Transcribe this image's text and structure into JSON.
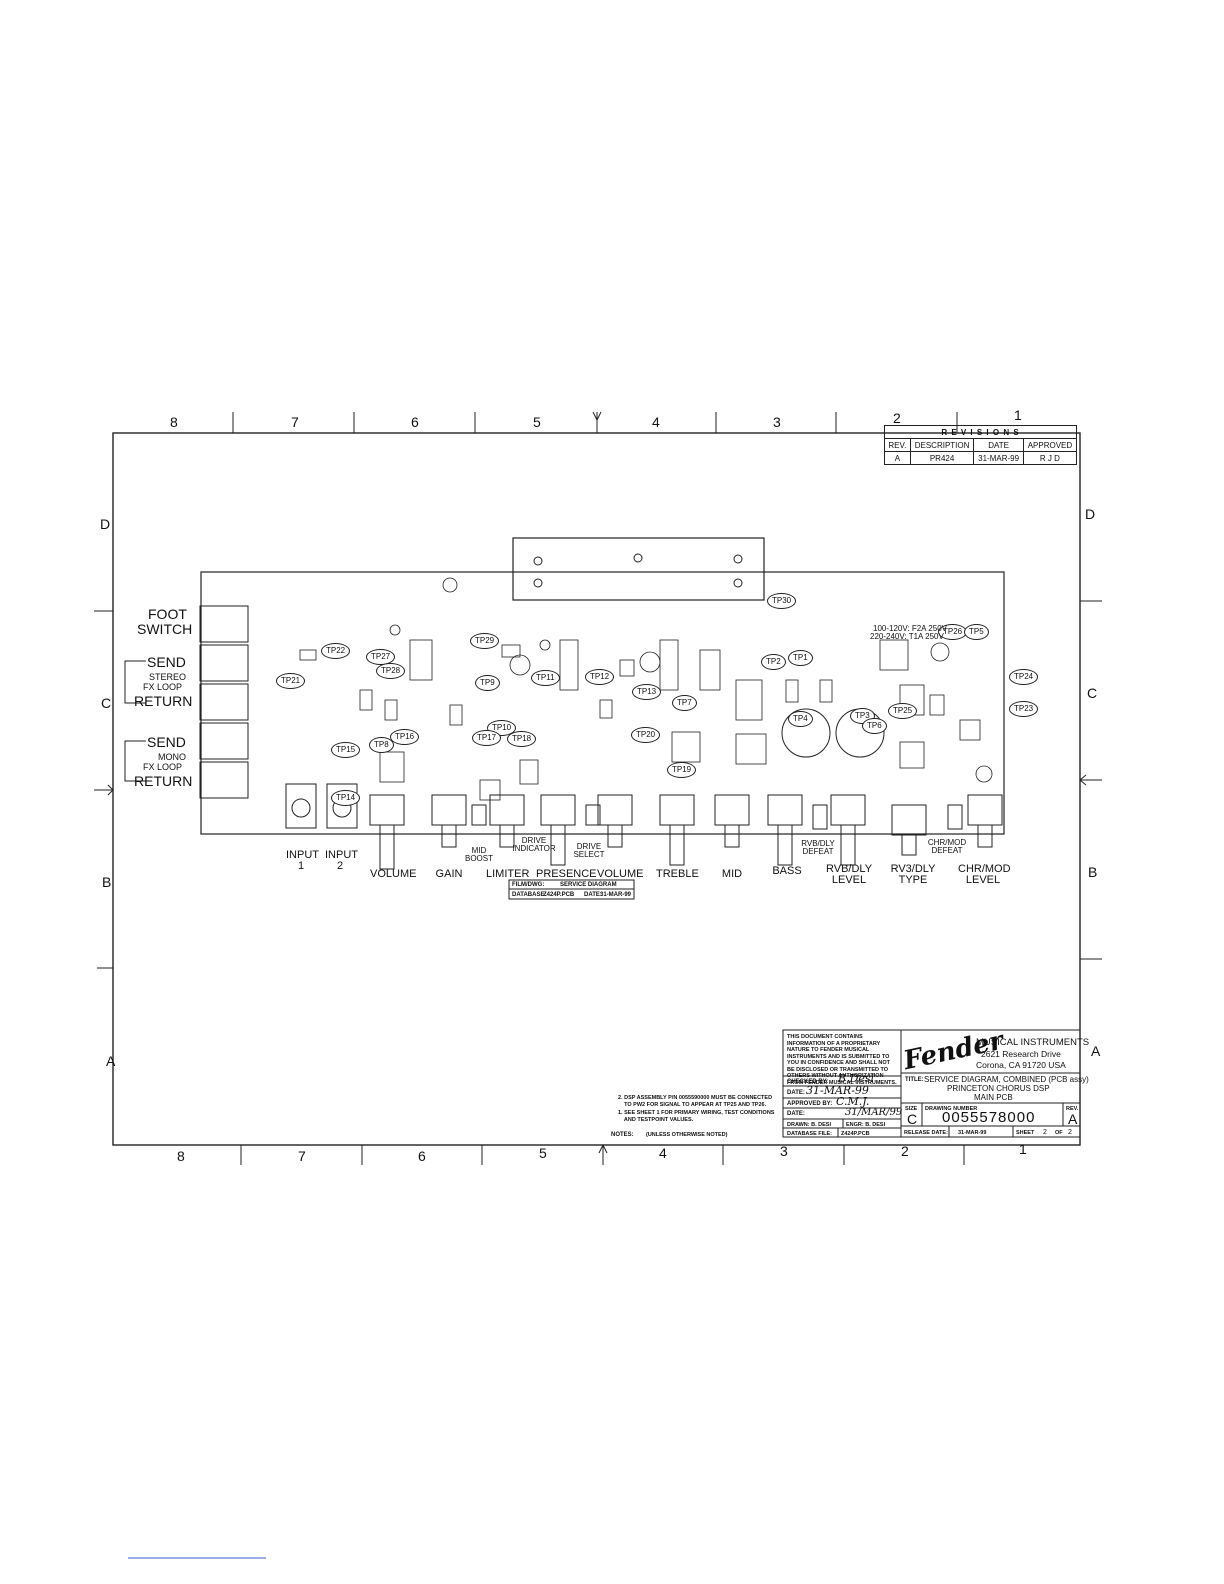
{
  "zones": {
    "top": [
      "8",
      "7",
      "6",
      "5",
      "4",
      "3",
      "2",
      "1"
    ],
    "side_left": [
      "D",
      "C",
      "B",
      "A"
    ],
    "side_right": [
      "D",
      "C",
      "B",
      "A"
    ]
  },
  "revisions": {
    "title": "R E V I S I O N S",
    "headers": [
      "REV.",
      "DESCRIPTION",
      "DATE",
      "APPROVED"
    ],
    "row": [
      "A",
      "PR424",
      "31-MAR-99",
      "R J D"
    ]
  },
  "jacks": {
    "foot_switch": [
      "FOOT",
      "SWITCH"
    ],
    "stereo": {
      "send": "SEND",
      "type": "STEREO",
      "loop": "FX LOOP",
      "return": "RETURN"
    },
    "mono": {
      "send": "SEND",
      "type": "MONO",
      "loop": "FX LOOP",
      "return": "RETURN"
    }
  },
  "controls": [
    {
      "id": "input1",
      "text": "INPUT\n1"
    },
    {
      "id": "input2",
      "text": "INPUT\n2"
    },
    {
      "id": "volume1",
      "text": "VOLUME"
    },
    {
      "id": "gain",
      "text": "GAIN"
    },
    {
      "id": "mid_boost",
      "text": "MID\nBOOST"
    },
    {
      "id": "limiter",
      "text": "LIMITER"
    },
    {
      "id": "drive_ind",
      "text": "DRIVE\nINDICATOR"
    },
    {
      "id": "presence",
      "text": "PRESENCE"
    },
    {
      "id": "drive_sel",
      "text": "DRIVE\nSELECT"
    },
    {
      "id": "volume2",
      "text": "VOLUME"
    },
    {
      "id": "treble",
      "text": "TREBLE"
    },
    {
      "id": "mid",
      "text": "MID"
    },
    {
      "id": "bass",
      "text": "BASS"
    },
    {
      "id": "rvb_defeat",
      "text": "RVB/DLY\nDEFEAT"
    },
    {
      "id": "rvb_level",
      "text": "RVB/DLY\nLEVEL"
    },
    {
      "id": "rvb_type",
      "text": "RV3/DLY\nTYPE"
    },
    {
      "id": "chr_defeat",
      "text": "CHR/MOD\nDEFEAT"
    },
    {
      "id": "chr_level",
      "text": "CHR/MOD\nLEVEL"
    }
  ],
  "test_points": [
    "TP21",
    "TP22",
    "TP27",
    "TP28",
    "TP29",
    "TP9",
    "TP11",
    "TP12",
    "TP13",
    "TP7",
    "TP10",
    "TP17",
    "TP18",
    "TP20",
    "TP19",
    "TP8",
    "TP16",
    "TP15",
    "TP14",
    "TP30",
    "TP2",
    "TP1",
    "TP4",
    "TP3",
    "TP25",
    "TP6",
    "TP26",
    "TP5",
    "TP24",
    "TP23"
  ],
  "board_text": {
    "fuse1": "100-120V: F2A 250V",
    "fuse2": "220-240V: T1A 250V"
  },
  "film_box": {
    "film_label": "FILM/DWG:",
    "film_value": "SERVICE DIAGRAM",
    "db_label": "DATABASE:",
    "db_value": "Z424P.PCB",
    "date_label": "DATE:",
    "date_value": "31-MAR-99"
  },
  "notes": {
    "n2": "2. DSP ASSEMBLY P/N 0055590000 MUST BE CONNECTED\n    TO PW2 FOR SIGNAL TO APPEAR AT TP25 AND TP26.",
    "n1": "1. SEE SHEET 1 FOR PRIMARY WIRING, TEST CONDITIONS\n    AND TESTPOINT VALUES.",
    "heading": "NOTES:",
    "heading_sub": "(UNLESS OTHERWISE NOTED)"
  },
  "title_block": {
    "proprietary": "THIS DOCUMENT CONTAINS INFORMATION OF A PROPRIETARY NATURE TO FENDER MUSICAL INSTRUMENTS AND IS SUBMITTED TO YOU IN CONFIDENCE AND SHALL NOT BE DISCLOSED OR TRANSMITTED TO OTHERS WITHOUT AUTHORIZATION FROM FENDER MUSICAL INSTRUMENTS.",
    "logo": "Fender",
    "company": [
      "MUSICAL INSTRUMENTS",
      "2621 Research Drive",
      "Corona, CA 91720 USA"
    ],
    "checked_by_label": "CHECKED BY:",
    "checked_by": "B.Desi",
    "date1_label": "DATE:",
    "date1": "31-MAR-99",
    "approved_by_label": "APPROVED BY:",
    "approved_by": "C.M.J.",
    "date2_label": "DATE:",
    "date2": "31/MAR/99",
    "drawn": "DRAWN:   B. DESI",
    "engr": "ENGR:   B. DESI",
    "database_file_label": "DATABASE FILE:",
    "database_file": "Z424P.PCB",
    "title_label": "TITLE:",
    "title": [
      "SERVICE DIAGRAM, COMBINED (PCB assy)",
      "PRINCETON CHORUS DSP",
      "MAIN PCB"
    ],
    "size_label": "SIZE",
    "size": "C",
    "drawing_number_label": "DRAWING NUMBER",
    "drawing_number": "0055578000",
    "rev_label": "REV.",
    "rev": "A",
    "release_label": "RELEASE DATE:",
    "release_date": "31-MAR-99",
    "sheet_label": "SHEET",
    "sheet": "2",
    "of_label": "OF",
    "of": "2"
  }
}
